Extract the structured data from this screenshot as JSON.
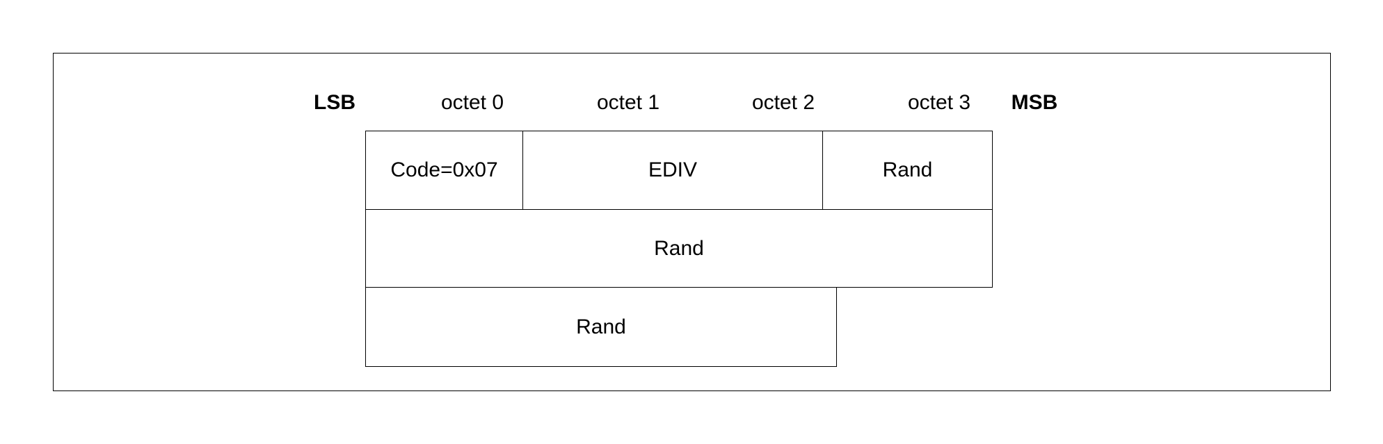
{
  "header": {
    "lsb": "LSB",
    "msb": "MSB",
    "octets": [
      "octet 0",
      "octet 1",
      "octet 2",
      "octet 3"
    ]
  },
  "rows": [
    {
      "fields": [
        "Code=0x07",
        "EDIV",
        "Rand"
      ]
    },
    {
      "fields": [
        "Rand"
      ]
    },
    {
      "fields": [
        "Rand"
      ]
    }
  ],
  "colors": {
    "line": "#000000",
    "background": "#ffffff"
  }
}
